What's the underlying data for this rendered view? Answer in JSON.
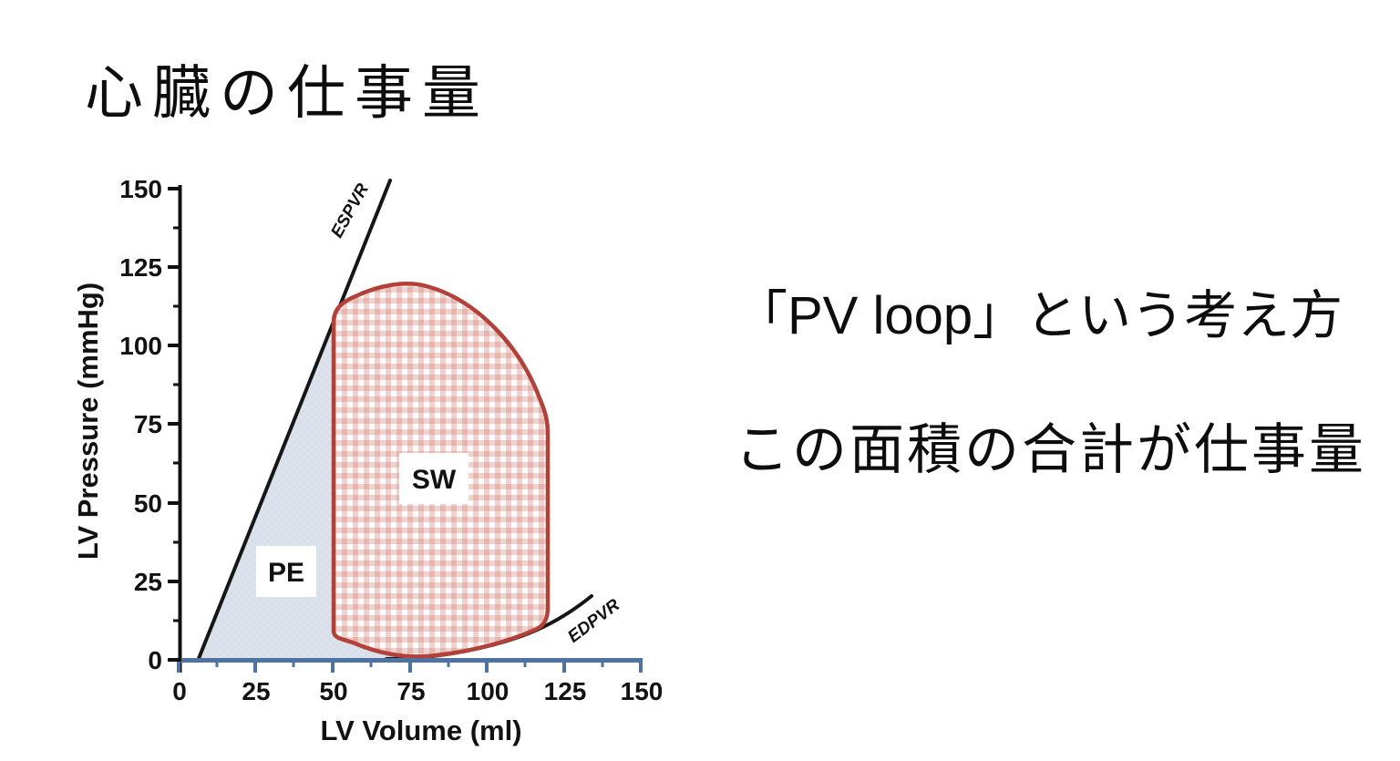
{
  "title": "心臓の仕事量",
  "side_notes": {
    "line1": "「PV loop」という考え方",
    "line2": "この面積の合計が仕事量"
  },
  "chart": {
    "x_axis_title": "LV Volume (ml)",
    "y_axis_title": "LV Pressure (mmHg)",
    "x_tick_labels": [
      "0",
      "25",
      "50",
      "75",
      "100",
      "125",
      "150"
    ],
    "y_tick_labels": [
      "0",
      "25",
      "50",
      "75",
      "100",
      "125",
      "150"
    ],
    "labels": {
      "espvr": "ESPVR",
      "edpvr": "EDPVR",
      "pe": "PE",
      "sw": "SW"
    },
    "colors": {
      "loop_stroke": "#b24139",
      "loop_fill_band": "rgba(205,105,95,0.28)",
      "pe_fill": "#d9dfe9",
      "x_axis": "#4e73a2",
      "y_axis": "#111111",
      "text": "#121212"
    }
  },
  "chart_data": {
    "type": "line",
    "title": "",
    "xlabel": "LV Volume (ml)",
    "ylabel": "LV Pressure (mmHg)",
    "xlim": [
      0,
      150
    ],
    "ylim": [
      0,
      150
    ],
    "x_ticks": [
      0,
      25,
      50,
      75,
      100,
      125,
      150
    ],
    "y_ticks": [
      0,
      25,
      50,
      75,
      100,
      125,
      150
    ],
    "grid": false,
    "legend_position": "none",
    "series": [
      {
        "name": "ESPVR",
        "style": "straight line, black",
        "points": [
          [
            6,
            0
          ],
          [
            68,
            152
          ]
        ]
      },
      {
        "name": "EDPVR",
        "style": "curved line, black",
        "points": [
          [
            67,
            0
          ],
          [
            90,
            3
          ],
          [
            111,
            8
          ],
          [
            120,
            10
          ],
          [
            134,
            20
          ]
        ]
      },
      {
        "name": "PV loop",
        "style": "closed loop, dark red stroke, pink crosshatch fill",
        "points": [
          [
            50,
            108
          ],
          [
            62,
            118
          ],
          [
            78,
            119
          ],
          [
            98,
            107
          ],
          [
            112,
            90
          ],
          [
            118,
            78
          ],
          [
            119,
            45
          ],
          [
            119,
            10
          ],
          [
            100,
            2
          ],
          [
            78,
            1
          ],
          [
            60,
            4
          ],
          [
            50,
            9
          ],
          [
            50,
            108
          ]
        ]
      }
    ],
    "regions": [
      {
        "label": "PE",
        "meaning": "potential energy area between ESPVR, loop left edge and volume axis",
        "fill": "light blue-gray",
        "label_at": [
          33,
          27
        ]
      },
      {
        "label": "SW",
        "meaning": "stroke work area inside PV loop",
        "fill": "pink gingham crosshatch",
        "label_at": [
          82,
          57
        ]
      }
    ],
    "annotations": [
      {
        "text": "ESPVR",
        "at_volume_pressure": [
          57,
          143
        ],
        "rotation_deg": -61
      },
      {
        "text": "EDPVR",
        "at_volume_pressure": [
          135,
          12
        ],
        "rotation_deg": -37
      }
    ]
  }
}
